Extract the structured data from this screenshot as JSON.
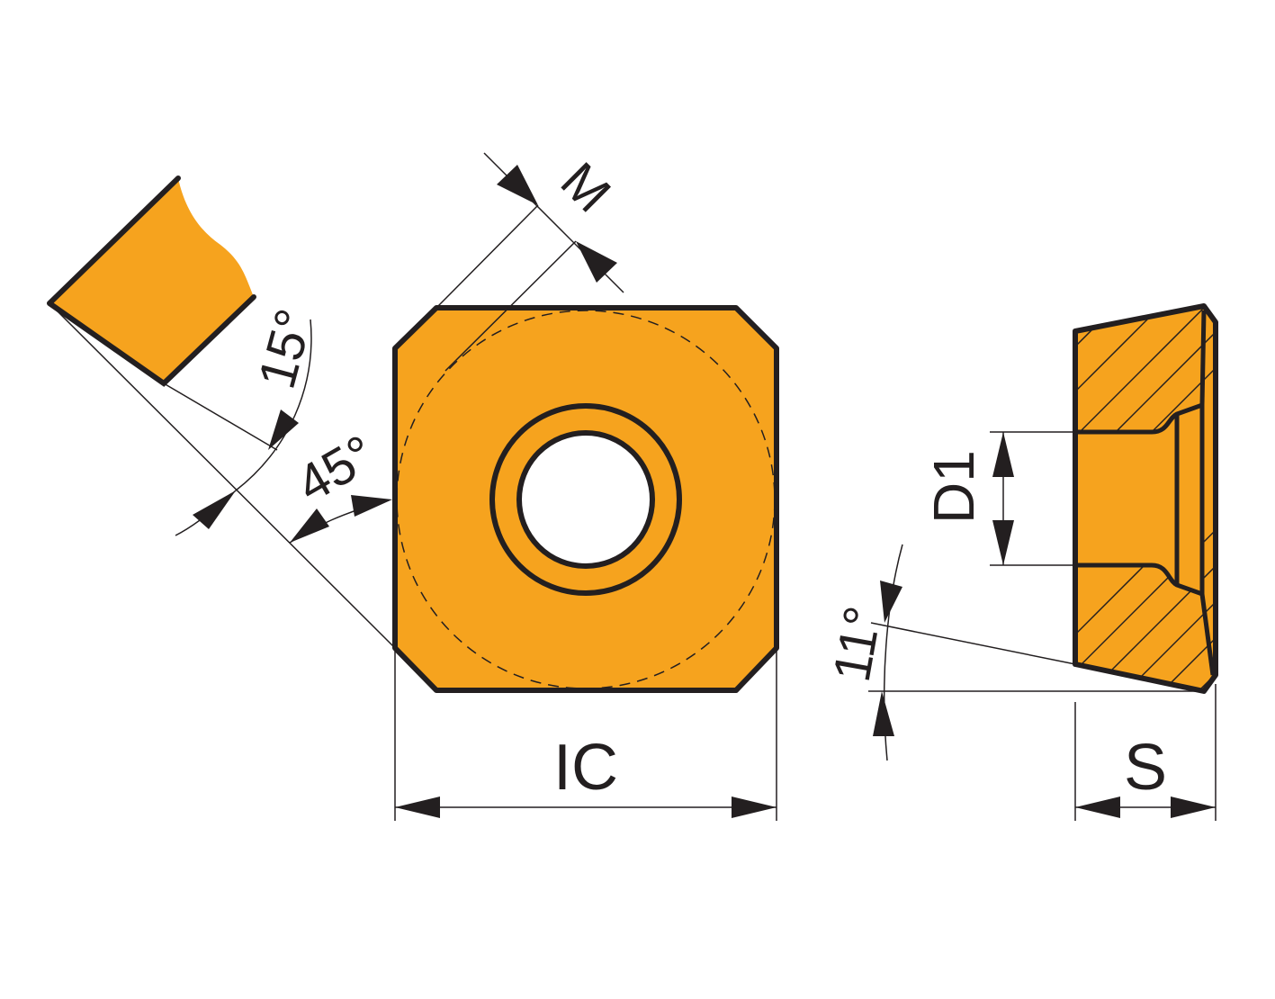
{
  "colors": {
    "insert_fill": "#F6A31E",
    "outline": "#231F20",
    "background": "#FFFFFF"
  },
  "labels": {
    "m": "M",
    "angle_15": "15°",
    "angle_45": "45°",
    "ic": "IC",
    "d1": "D1",
    "angle_11": "11°",
    "s": "S"
  }
}
